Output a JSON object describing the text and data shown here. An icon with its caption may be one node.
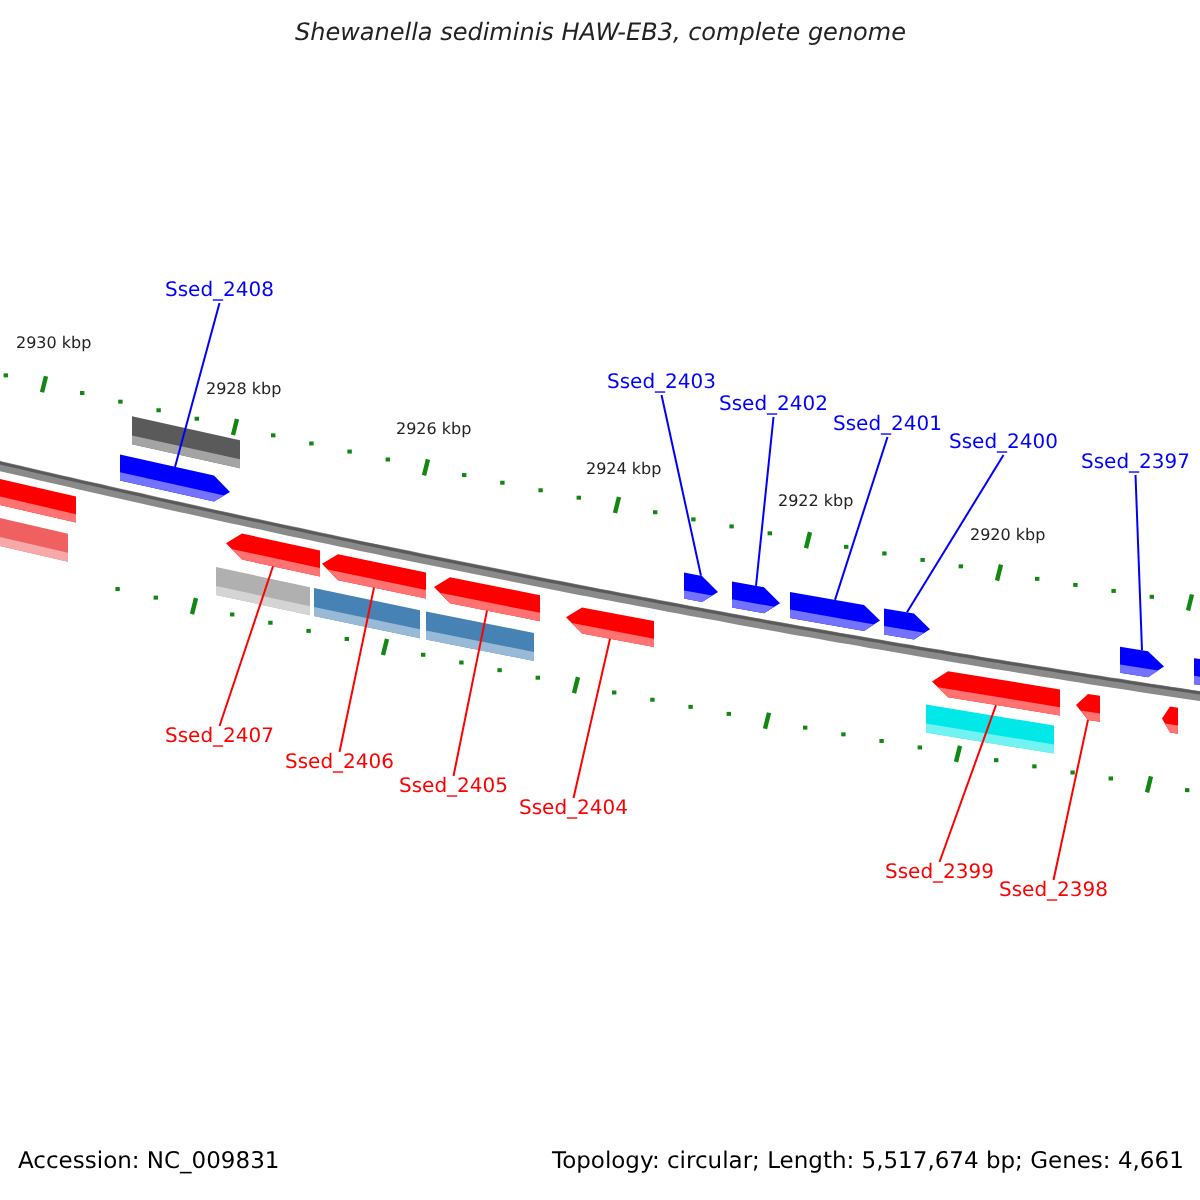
{
  "diagram": {
    "title": "Shewanella sediminis HAW-EB3, complete genome",
    "nodes": [
      {
        "text": [
          "Ssed_2408"
        ]
      },
      {
        "text": [
          "Ssed_2403"
        ]
      },
      {
        "text": [
          "Ssed_2402"
        ]
      },
      {
        "text": [
          "Ssed_2401"
        ]
      },
      {
        "text": [
          "Ssed_2400"
        ]
      },
      {
        "text": [
          "Ssed_2397"
        ]
      },
      {
        "text": [],
        "shape": "arrow"
      },
      {
        "text": [],
        "shape": "arrow"
      },
      {
        "text": [],
        "shape": "arrow"
      },
      {
        "text": [],
        "shape": "arrow"
      },
      {
        "text": [],
        "shape": "arrow"
      },
      {
        "text": [],
        "shape": "arrow"
      },
      {
        "text": [],
        "shape": "arrow"
      },
      {
        "text": [],
        "shape": "arrow"
      },
      {
        "text": [],
        "shape": "arrow"
      },
      {
        "text": [],
        "shape": "arrow"
      },
      {
        "text": [],
        "shape": "arrow"
      },
      {
        "text": [],
        "shape": "arrow"
      },
      {
        "text": [],
        "shape": "arrow"
      },
      {
        "text": [],
        "shape": "arrow"
      },
      {
        "text": [],
        "shape": "arrow"
      },
      {
        "text": [
          "Ssed_2407"
        ]
      },
      {
        "text": [
          "Ssed_2406"
        ]
      },
      {
        "text": [
          "Ssed_2405"
        ]
      },
      {
        "text": [
          "Ssed_2404"
        ]
      },
      {
        "text": [
          "Ssed_2399"
        ]
      },
      {
        "text": [
          "Ssed_2398"
        ]
      }
    ],
    "edges": [
      {
        "from": 0,
        "to": 7,
        "arrow": "none",
        "color": "#0000ff"
      },
      {
        "from": 1,
        "to": 12,
        "arrow": "none",
        "color": "#0000ff"
      },
      {
        "from": 2,
        "to": 13,
        "arrow": "none",
        "color": "#0000ff"
      },
      {
        "from": 3,
        "to": 14,
        "arrow": "none",
        "color": "#0000ff"
      },
      {
        "from": 4,
        "to": 15,
        "arrow": "none",
        "color": "#0000ff"
      },
      {
        "from": 5,
        "to": 18,
        "arrow": "none",
        "color": "#0000ff"
      },
      {
        "from": 21,
        "to": 8,
        "arrow": "none",
        "color": "#ff0000"
      },
      {
        "from": 22,
        "to": 9,
        "arrow": "none",
        "color": "#ff0000"
      },
      {
        "from": 23,
        "to": 10,
        "arrow": "none",
        "color": "#ff0000"
      },
      {
        "from": 24,
        "to": 11,
        "arrow": "none",
        "color": "#ff0000"
      },
      {
        "from": 25,
        "to": 16,
        "arrow": "none",
        "color": "#ff0000"
      },
      {
        "from": 26,
        "to": 17,
        "arrow": "none",
        "color": "#ff0000"
      }
    ],
    "labels": [
      "2930 kbp",
      "2928 kbp",
      "2926 kbp",
      "2924 kbp",
      "2922 kbp",
      "2920 kbp",
      "Accession: NC_009831",
      "Topology: circular; Length: 5,517,674 bp; Genes: 4,661"
    ]
  }
}
